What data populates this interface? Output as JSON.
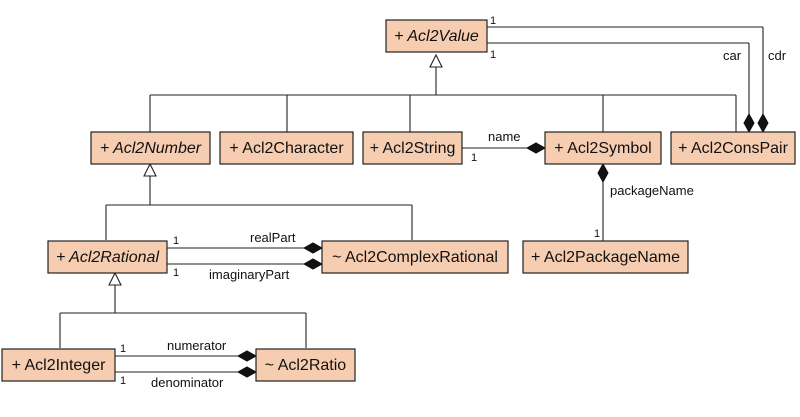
{
  "classes": {
    "value": "+ Acl2Value",
    "number": "+ Acl2Number",
    "character": "+ Acl2Character",
    "string": "+ Acl2String",
    "symbol": "+ Acl2Symbol",
    "conspair": "+ Acl2ConsPair",
    "rational": "+ Acl2Rational",
    "complexrational": "~ Acl2ComplexRational",
    "packagename": "+ Acl2PackageName",
    "integer": "+ Acl2Integer",
    "ratio": "~ Acl2Ratio"
  },
  "associations": {
    "car": "car",
    "cdr": "cdr",
    "name": "name",
    "packageName": "packageName",
    "realPart": "realPart",
    "imaginaryPart": "imaginaryPart",
    "numerator": "numerator",
    "denominator": "denominator"
  },
  "multiplicities": {
    "cdr_value": "1",
    "car_value": "1",
    "name_string": "1",
    "packageName_pkg": "1",
    "realPart_rational": "1",
    "imaginaryPart_rational": "1",
    "numerator_integer": "1",
    "denominator_integer": "1"
  }
}
